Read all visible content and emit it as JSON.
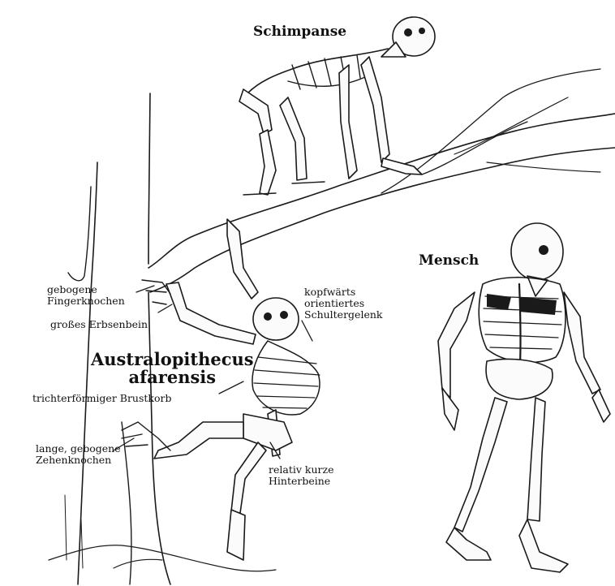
{
  "labels": {
    "chimp": "Schimpanse",
    "human": "Mensch",
    "australopithecus_line1": "Australopithecus",
    "australopithecus_line2": "afarensis",
    "finger_line1": "gebogene",
    "finger_line2": "Fingerknochen",
    "pisiform": "großes Erbsenbein",
    "shoulder_line1": "kopfwärts",
    "shoulder_line2": "orientiertes",
    "shoulder_line3": "Schultergelenk",
    "chest": "trichterförmiger Brustkorb",
    "toes_line1": "lange, gebogene",
    "toes_line2": "Zehenknochen",
    "legs_line1": "relativ kurze",
    "legs_line2": "Hinterbeine"
  },
  "colors": {
    "ink": "#1a1a1a",
    "paper": "#ffffff"
  }
}
